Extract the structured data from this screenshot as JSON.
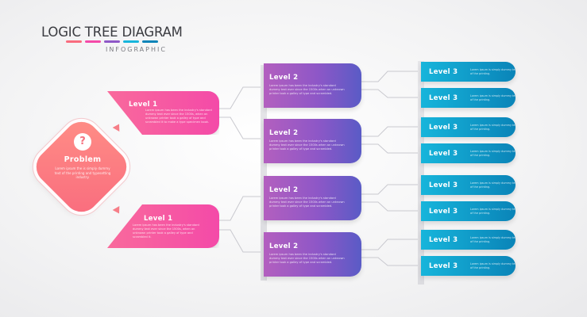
{
  "title": "LOGIC TREE DIAGRAM",
  "subtitle": "INFOGRAPHIC",
  "colors": {
    "pink": "#f44aa8",
    "coral": "#f96c7e",
    "purple": "#8e57c7",
    "blue": "#0a84b8",
    "cyan": "#17b5db",
    "connector": "#c9c9cf"
  },
  "problem": {
    "icon": "question-bubble-icon",
    "title": "Problem",
    "text": "Lorem ipsum the is simply dummy text of the printing and typesetting industry."
  },
  "level1": [
    {
      "label": "Level 1",
      "text": "Lorem ipsum has been the industry's standard dummy text ever since the 1500s, when an unknown printer took a galley of type and scrambled it to make a type specimen book."
    },
    {
      "label": "Level 1",
      "text": "Lorem ipsum has been the industry's standard dummy text ever since the 1500s, when an unknown printer took a galley of type and scrambled it."
    }
  ],
  "level2": [
    {
      "label": "Level 2",
      "text": "Lorem ipsum has been the industry's standard dummy text ever since the 1500s when an unknown printer took a galley of type and scrambled."
    },
    {
      "label": "Level 2",
      "text": "Lorem ipsum has been the industry's standard dummy text ever since the 1500s when an unknown printer took a galley of type and scrambled."
    },
    {
      "label": "Level 2",
      "text": "Lorem ipsum has been the industry's standard dummy text ever since the 1500s when an unknown printer took a galley of type and scrambled."
    },
    {
      "label": "Level 2",
      "text": "Lorem ipsum has been the industry's standard dummy text ever since the 1500s when an unknown printer took a galley of type and scrambled."
    }
  ],
  "level3": [
    {
      "label": "Level 3",
      "text": "Lorem ipsum is simply dummy text of the printing."
    },
    {
      "label": "Level 3",
      "text": "Lorem ipsum is simply dummy text of the printing."
    },
    {
      "label": "Level 3",
      "text": "Lorem ipsum is simply dummy text of the printing."
    },
    {
      "label": "Level 3",
      "text": "Lorem ipsum is simply dummy text of the printing."
    },
    {
      "label": "Level 3",
      "text": "Lorem ipsum is simply dummy text of the printing."
    },
    {
      "label": "Level 3",
      "text": "Lorem ipsum is simply dummy text of the printing."
    },
    {
      "label": "Level 3",
      "text": "Lorem ipsum is simply dummy text of the printing."
    },
    {
      "label": "Level 3",
      "text": "Lorem ipsum is simply dummy text of the printing."
    }
  ]
}
